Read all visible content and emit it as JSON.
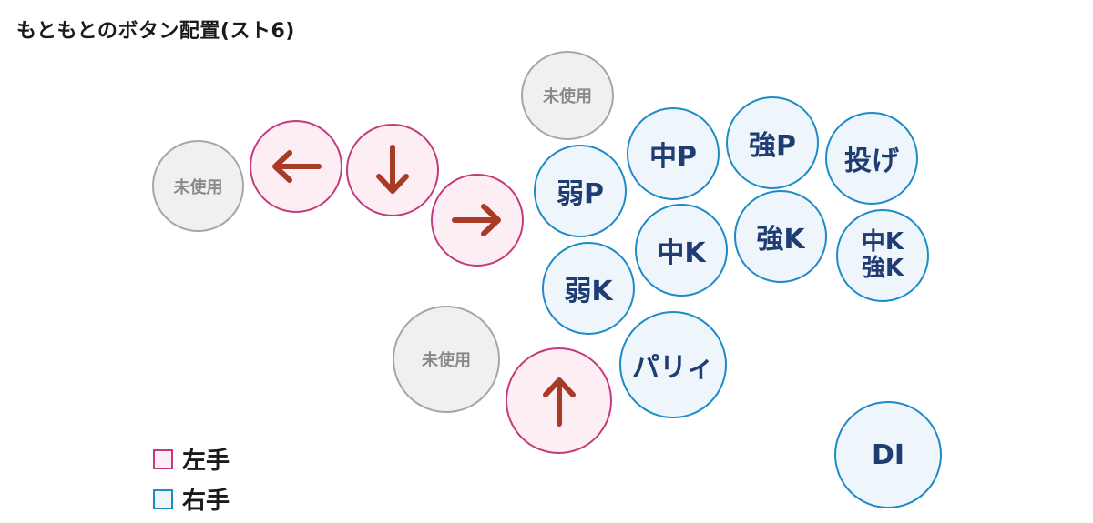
{
  "title": "もともとのボタン配置(スト6)",
  "unused_label": "未使用",
  "buttons": {
    "weak_punch": "弱P",
    "medium_punch": "中P",
    "heavy_punch": "強P",
    "throw": "投げ",
    "weak_kick": "弱K",
    "medium_kick": "中K",
    "heavy_kick": "強K",
    "mk_hk_line1": "中K",
    "mk_hk_line2": "強K",
    "parry": "パリィ",
    "drive_impact": "DI"
  },
  "directions": {
    "left": "left-arrow-icon",
    "down": "down-arrow-icon",
    "right": "right-arrow-icon",
    "up": "up-arrow-icon"
  },
  "legend": [
    {
      "label": "左手",
      "color": "#c43b7d"
    },
    {
      "label": "右手",
      "color": "#1e8ac8"
    }
  ],
  "colors": {
    "left_hand_border": "#c43b7d",
    "left_hand_fill": "#fdeef4",
    "arrow": "#a83a26",
    "right_hand_border": "#1e8ac8",
    "right_hand_fill": "#eef6fc",
    "right_hand_text": "#1f3c73",
    "unused_border": "#a6a6a6",
    "unused_fill": "#f0f0f0"
  }
}
